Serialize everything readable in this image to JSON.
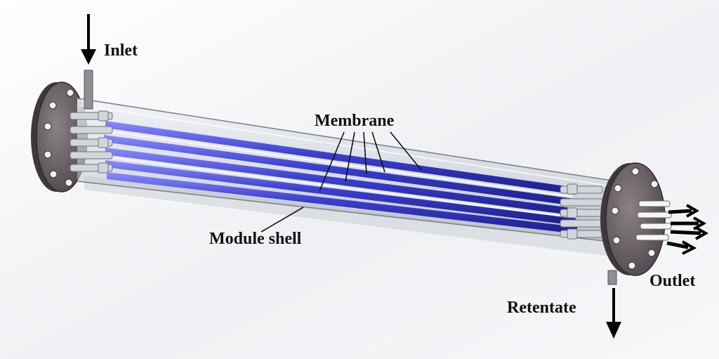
{
  "labels": {
    "inlet": "Inlet",
    "membrane": "Membrane",
    "module_shell": "Module shell",
    "outlet": "Outlet",
    "retentate": "Retentate"
  },
  "colors": {
    "membrane": "#3b3fd0",
    "shell": "#d8dce2",
    "flange": "#6a6168",
    "arrow": "#000000"
  }
}
